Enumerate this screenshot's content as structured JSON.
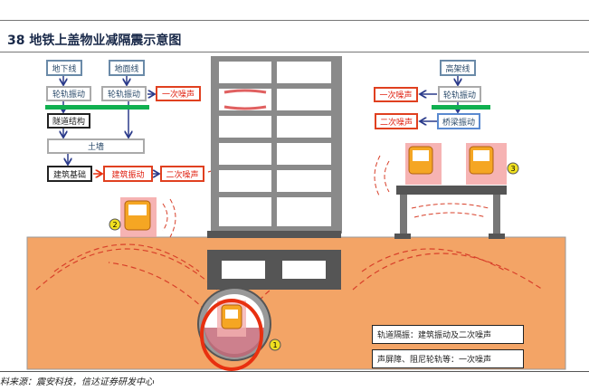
{
  "figure": {
    "title": "38 地铁上盖物业减隔震示意图",
    "source": "料来源：震安科技，信达证券研发中心"
  },
  "left_flow": {
    "underground_line": "地下线",
    "surface_line": "地面线",
    "wheel_rail_vibration_1": "轮轨振动",
    "wheel_rail_vibration_2": "轮轨振动",
    "primary_noise": "一次噪声",
    "tunnel_structure": "隧道结构",
    "soil": "土墙",
    "building_foundation": "建筑基础",
    "building_vibration": "建筑振动",
    "secondary_noise": "二次噪声"
  },
  "right_flow": {
    "elevated_line": "高架线",
    "wheel_rail_vibration": "轮轨振动",
    "primary_noise": "一次噪声",
    "bridge_vibration": "桥梁振动",
    "secondary_noise": "二次噪声"
  },
  "markers": [
    "1",
    "2",
    "3"
  ],
  "legend": [
    "轨道隔振：建筑振动及二次噪声",
    "声屏障、阻尼轮轨等：一次噪声"
  ],
  "colors": {
    "ground": "#f3a466",
    "accent_red": "#e83010",
    "green_bar": "#10b050",
    "arrow_blue": "#2a3a8a"
  }
}
